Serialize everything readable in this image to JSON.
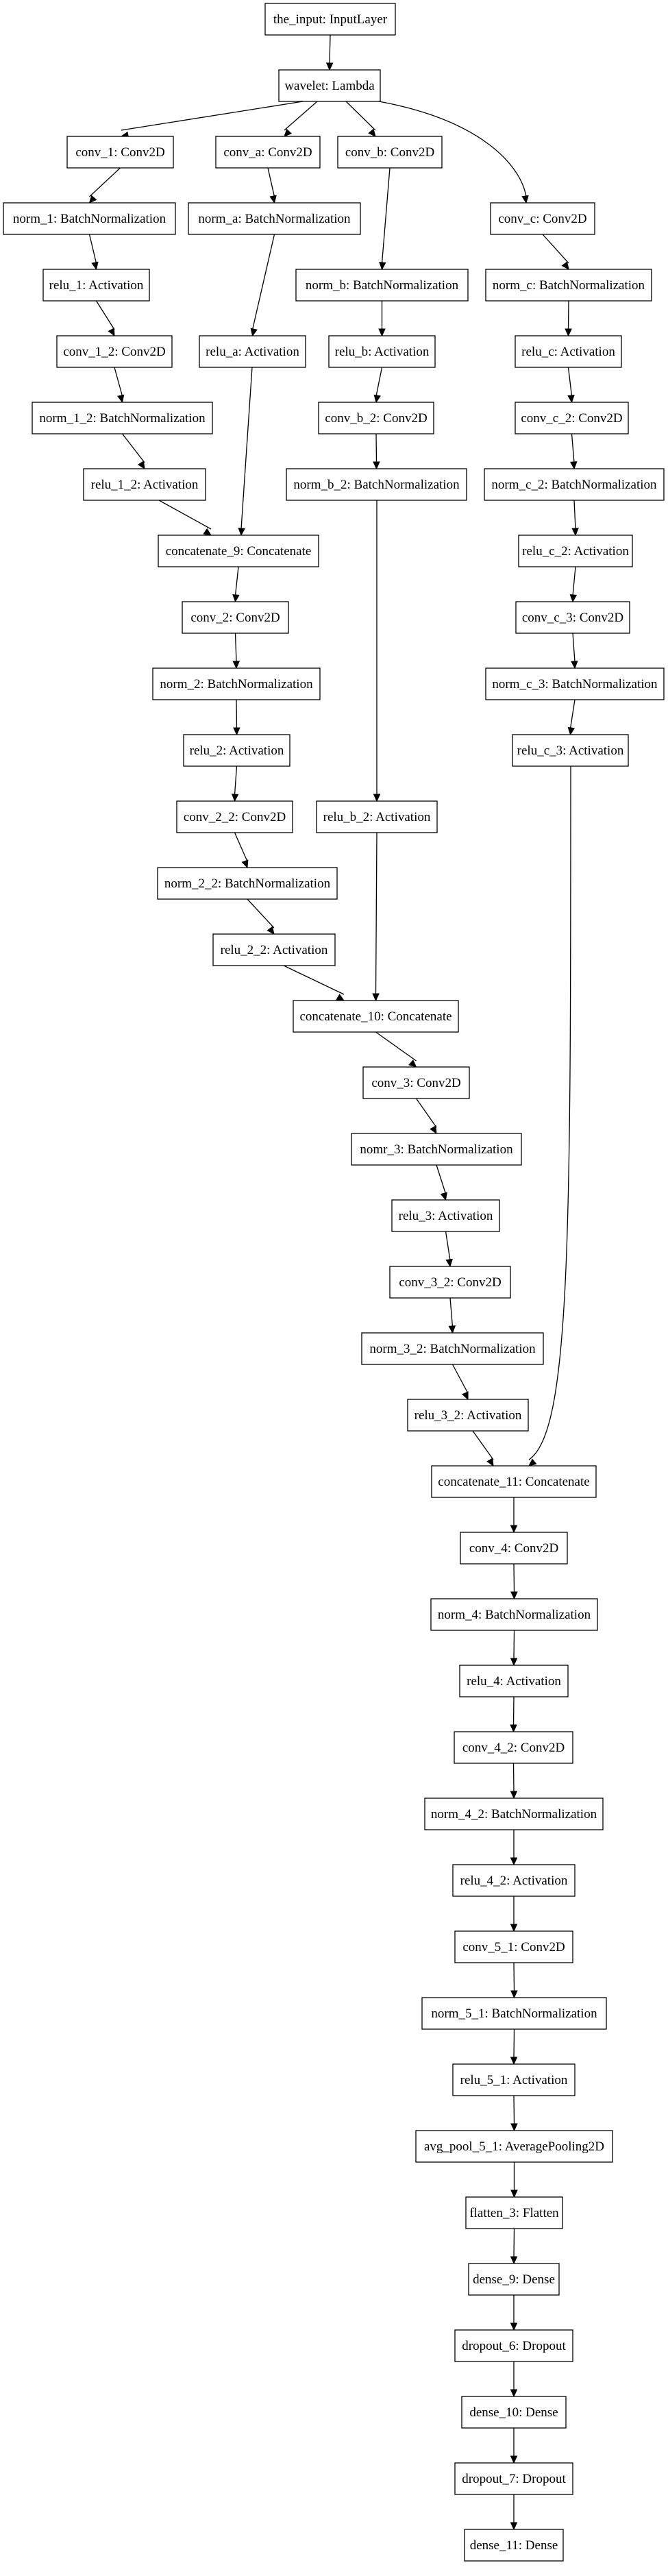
{
  "diagram": {
    "nodes": [
      {
        "id": "the_input",
        "label": "the_input: InputLayer"
      },
      {
        "id": "wavelet",
        "label": "wavelet: Lambda"
      },
      {
        "id": "conv_1",
        "label": "conv_1: Conv2D"
      },
      {
        "id": "conv_a",
        "label": "conv_a: Conv2D"
      },
      {
        "id": "conv_b",
        "label": "conv_b: Conv2D"
      },
      {
        "id": "conv_c",
        "label": "conv_c: Conv2D"
      },
      {
        "id": "norm_1",
        "label": "norm_1: BatchNormalization"
      },
      {
        "id": "norm_a",
        "label": "norm_a: BatchNormalization"
      },
      {
        "id": "norm_b",
        "label": "norm_b: BatchNormalization"
      },
      {
        "id": "norm_c",
        "label": "norm_c: BatchNormalization"
      },
      {
        "id": "relu_1",
        "label": "relu_1: Activation"
      },
      {
        "id": "relu_a",
        "label": "relu_a: Activation"
      },
      {
        "id": "relu_b",
        "label": "relu_b: Activation"
      },
      {
        "id": "relu_c",
        "label": "relu_c: Activation"
      },
      {
        "id": "conv_1_2",
        "label": "conv_1_2: Conv2D"
      },
      {
        "id": "conv_b_2",
        "label": "conv_b_2: Conv2D"
      },
      {
        "id": "conv_c_2",
        "label": "conv_c_2: Conv2D"
      },
      {
        "id": "norm_1_2",
        "label": "norm_1_2: BatchNormalization"
      },
      {
        "id": "norm_b_2",
        "label": "norm_b_2: BatchNormalization"
      },
      {
        "id": "norm_c_2",
        "label": "norm_c_2: BatchNormalization"
      },
      {
        "id": "relu_1_2",
        "label": "relu_1_2: Activation"
      },
      {
        "id": "relu_c_2",
        "label": "relu_c_2: Activation"
      },
      {
        "id": "concatenate_9",
        "label": "concatenate_9: Concatenate"
      },
      {
        "id": "conv_c_3",
        "label": "conv_c_3: Conv2D"
      },
      {
        "id": "conv_2",
        "label": "conv_2: Conv2D"
      },
      {
        "id": "norm_c_3",
        "label": "norm_c_3: BatchNormalization"
      },
      {
        "id": "norm_2",
        "label": "norm_2: BatchNormalization"
      },
      {
        "id": "relu_c_3",
        "label": "relu_c_3: Activation"
      },
      {
        "id": "relu_2",
        "label": "relu_2: Activation"
      },
      {
        "id": "conv_2_2",
        "label": "conv_2_2: Conv2D"
      },
      {
        "id": "relu_b_2",
        "label": "relu_b_2: Activation"
      },
      {
        "id": "norm_2_2",
        "label": "norm_2_2: BatchNormalization"
      },
      {
        "id": "relu_2_2",
        "label": "relu_2_2: Activation"
      },
      {
        "id": "concatenate_10",
        "label": "concatenate_10: Concatenate"
      },
      {
        "id": "conv_3",
        "label": "conv_3: Conv2D"
      },
      {
        "id": "nomr_3",
        "label": "nomr_3: BatchNormalization"
      },
      {
        "id": "relu_3",
        "label": "relu_3: Activation"
      },
      {
        "id": "conv_3_2",
        "label": "conv_3_2: Conv2D"
      },
      {
        "id": "norm_3_2",
        "label": "norm_3_2: BatchNormalization"
      },
      {
        "id": "relu_3_2",
        "label": "relu_3_2: Activation"
      },
      {
        "id": "concatenate_11",
        "label": "concatenate_11: Concatenate"
      },
      {
        "id": "conv_4",
        "label": "conv_4: Conv2D"
      },
      {
        "id": "norm_4",
        "label": "norm_4: BatchNormalization"
      },
      {
        "id": "relu_4",
        "label": "relu_4: Activation"
      },
      {
        "id": "conv_4_2",
        "label": "conv_4_2: Conv2D"
      },
      {
        "id": "norm_4_2",
        "label": "norm_4_2: BatchNormalization"
      },
      {
        "id": "relu_4_2",
        "label": "relu_4_2: Activation"
      },
      {
        "id": "conv_5_1",
        "label": "conv_5_1: Conv2D"
      },
      {
        "id": "norm_5_1",
        "label": "norm_5_1: BatchNormalization"
      },
      {
        "id": "relu_5_1",
        "label": "relu_5_1: Activation"
      },
      {
        "id": "avg_pool_5_1",
        "label": "avg_pool_5_1: AveragePooling2D"
      },
      {
        "id": "flatten_3",
        "label": "flatten_3: Flatten"
      },
      {
        "id": "dense_9",
        "label": "dense_9: Dense"
      },
      {
        "id": "dropout_6",
        "label": "dropout_6: Dropout"
      },
      {
        "id": "dense_10",
        "label": "dense_10: Dense"
      },
      {
        "id": "dropout_7",
        "label": "dropout_7: Dropout"
      },
      {
        "id": "dense_11",
        "label": "dense_11: Dense"
      }
    ],
    "edges": [
      [
        "the_input",
        "wavelet"
      ],
      [
        "wavelet",
        "conv_1"
      ],
      [
        "wavelet",
        "conv_a"
      ],
      [
        "wavelet",
        "conv_b"
      ],
      [
        "wavelet",
        "conv_c"
      ],
      [
        "conv_1",
        "norm_1"
      ],
      [
        "conv_a",
        "norm_a"
      ],
      [
        "conv_b",
        "norm_b"
      ],
      [
        "conv_c",
        "norm_c"
      ],
      [
        "norm_1",
        "relu_1"
      ],
      [
        "norm_a",
        "relu_a"
      ],
      [
        "norm_b",
        "relu_b"
      ],
      [
        "norm_c",
        "relu_c"
      ],
      [
        "relu_1",
        "conv_1_2"
      ],
      [
        "relu_b",
        "conv_b_2"
      ],
      [
        "relu_c",
        "conv_c_2"
      ],
      [
        "conv_1_2",
        "norm_1_2"
      ],
      [
        "conv_b_2",
        "norm_b_2"
      ],
      [
        "conv_c_2",
        "norm_c_2"
      ],
      [
        "norm_1_2",
        "relu_1_2"
      ],
      [
        "norm_c_2",
        "relu_c_2"
      ],
      [
        "relu_1_2",
        "concatenate_9"
      ],
      [
        "relu_a",
        "concatenate_9"
      ],
      [
        "relu_c_2",
        "conv_c_3"
      ],
      [
        "concatenate_9",
        "conv_2"
      ],
      [
        "conv_c_3",
        "norm_c_3"
      ],
      [
        "conv_2",
        "norm_2"
      ],
      [
        "norm_c_3",
        "relu_c_3"
      ],
      [
        "norm_2",
        "relu_2"
      ],
      [
        "relu_2",
        "conv_2_2"
      ],
      [
        "norm_b_2",
        "relu_b_2"
      ],
      [
        "conv_2_2",
        "norm_2_2"
      ],
      [
        "norm_2_2",
        "relu_2_2"
      ],
      [
        "relu_2_2",
        "concatenate_10"
      ],
      [
        "relu_b_2",
        "concatenate_10"
      ],
      [
        "concatenate_10",
        "conv_3"
      ],
      [
        "conv_3",
        "nomr_3"
      ],
      [
        "nomr_3",
        "relu_3"
      ],
      [
        "relu_3",
        "conv_3_2"
      ],
      [
        "conv_3_2",
        "norm_3_2"
      ],
      [
        "norm_3_2",
        "relu_3_2"
      ],
      [
        "relu_3_2",
        "concatenate_11"
      ],
      [
        "relu_c_3",
        "concatenate_11"
      ],
      [
        "concatenate_11",
        "conv_4"
      ],
      [
        "conv_4",
        "norm_4"
      ],
      [
        "norm_4",
        "relu_4"
      ],
      [
        "relu_4",
        "conv_4_2"
      ],
      [
        "conv_4_2",
        "norm_4_2"
      ],
      [
        "norm_4_2",
        "relu_4_2"
      ],
      [
        "relu_4_2",
        "conv_5_1"
      ],
      [
        "conv_5_1",
        "norm_5_1"
      ],
      [
        "norm_5_1",
        "relu_5_1"
      ],
      [
        "relu_5_1",
        "avg_pool_5_1"
      ],
      [
        "avg_pool_5_1",
        "flatten_3"
      ],
      [
        "flatten_3",
        "dense_9"
      ],
      [
        "dense_9",
        "dropout_6"
      ],
      [
        "dropout_6",
        "dense_10"
      ],
      [
        "dense_10",
        "dropout_7"
      ],
      [
        "dropout_7",
        "dense_11"
      ]
    ]
  },
  "style": {
    "background": "#ffffff",
    "stroke": "#000000",
    "text": "#000000"
  }
}
